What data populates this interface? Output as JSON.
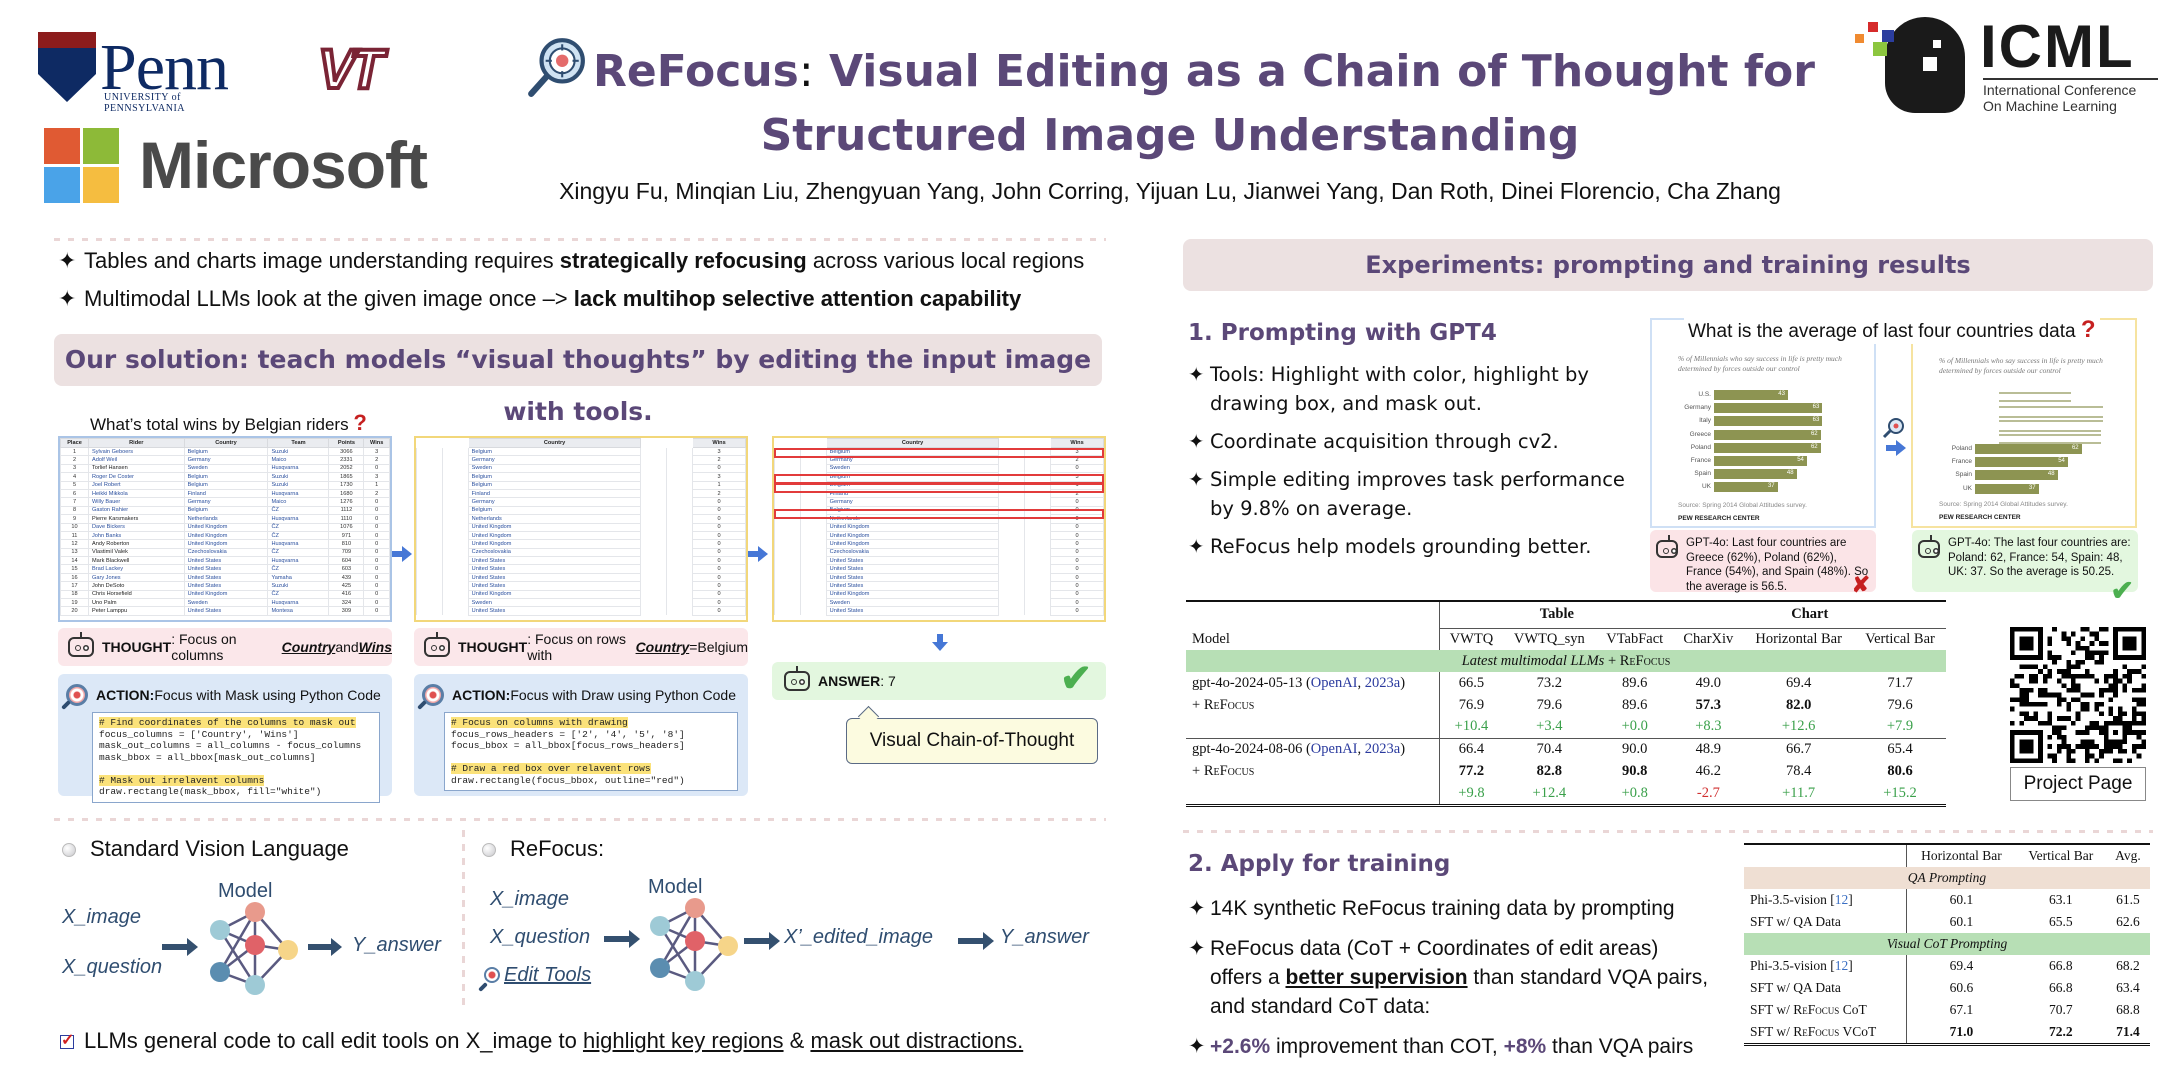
{
  "header": {
    "logos": {
      "penn": {
        "word": "Penn",
        "subtitle": "UNIVERSITY of PENNSYLVANIA"
      },
      "vt": {
        "word": "VT"
      },
      "microsoft": {
        "word": "Microsoft",
        "colors": [
          "#e05a33",
          "#8dba38",
          "#4aa3e8",
          "#f5bd40"
        ]
      },
      "icml": {
        "word": "ICML",
        "line1": "International Conference",
        "line2": "On Machine Learning"
      }
    },
    "title": {
      "name": "ReFocus",
      "sep": ":",
      "rest_line1": " Visual Editing as a Chain of Thought for",
      "line2": "Structured Image Understanding"
    },
    "authors": "Xingyu Fu, Minqian Liu, Zhengyuan Yang, John Corring, Yijuan Lu,  Jianwei Yang, Dan Roth, Dinei Florencio, Cha Zhang"
  },
  "intro": {
    "bullets": [
      {
        "star": "✦",
        "pre": "Tables and charts image understanding requires ",
        "bold": "strategically refocusing",
        "post": " across various local regions"
      },
      {
        "star": "✦",
        "pre": "Multimodal LLMs look at the given image once –> ",
        "bold": "lack multihop selective attention capability",
        "post": ""
      }
    ],
    "solution": "Our solution: teach models “visual thoughts” by editing the input image with tools."
  },
  "example": {
    "question": "What’s total wins by Belgian riders",
    "question_mark": "?",
    "table": {
      "headers": [
        "Place",
        "Rider",
        "Country",
        "Team",
        "Points",
        "Wins"
      ],
      "rows": [
        [
          "1",
          "Sylvain Geboers",
          "Belgium",
          "Suzuki",
          "3066",
          "3"
        ],
        [
          "2",
          "Adolf Weil",
          "Germany",
          "Maico",
          "2331",
          "2"
        ],
        [
          "3",
          "Torlief Hansen",
          "Sweden",
          "Husqvarna",
          "2052",
          "0"
        ],
        [
          "4",
          "Roger De Coster",
          "Belgium",
          "Suzuki",
          "1865",
          "3"
        ],
        [
          "5",
          "Joel Robert",
          "Belgium",
          "Suzuki",
          "1730",
          "1"
        ],
        [
          "6",
          "Heikki Mikkola",
          "Finland",
          "Husqvarna",
          "1680",
          "2"
        ],
        [
          "7",
          "Willy Bauer",
          "Germany",
          "Maico",
          "1276",
          "0"
        ],
        [
          "8",
          "Gaston Rahier",
          "Belgium",
          "ČZ",
          "1112",
          "0"
        ],
        [
          "9",
          "Pierre Karsmakers",
          "Netherlands",
          "Husqvarna",
          "1110",
          "0"
        ],
        [
          "10",
          "Dave Bickers",
          "United Kingdom",
          "ČZ",
          "1076",
          "0"
        ],
        [
          "11",
          "John Banks",
          "United Kingdom",
          "ČZ",
          "971",
          "0"
        ],
        [
          "12",
          "Andy Roberton",
          "United Kingdom",
          "Husqvarna",
          "810",
          "0"
        ],
        [
          "13",
          "Vlastimil Valek",
          "Czechoslovakia",
          "ČZ",
          "709",
          "0"
        ],
        [
          "14",
          "Mark Blackwell",
          "United States",
          "Husqvarna",
          "604",
          "0"
        ],
        [
          "15",
          "Brad Lackey",
          "United States",
          "ČZ",
          "603",
          "0"
        ],
        [
          "16",
          "Gary Jones",
          "United States",
          "Yamaha",
          "439",
          "0"
        ],
        [
          "17",
          "John DeSoto",
          "United States",
          "Suzuki",
          "425",
          "0"
        ],
        [
          "18",
          "Chris Horsefield",
          "United Kingdom",
          "ČZ",
          "416",
          "0"
        ],
        [
          "19",
          "Uno Palm",
          "Sweden",
          "Husqvarna",
          "324",
          "0"
        ],
        [
          "20",
          "Peter Lamppu",
          "United States",
          "Montesa",
          "309",
          "0"
        ]
      ]
    },
    "step1": {
      "thought_label": "THOUGHT",
      "thought_pre": ": Focus on columns ",
      "thought_k1": "Country",
      "thought_mid": " and ",
      "thought_k2": "Wins",
      "action_label": "ACTION:",
      "action_text": " Focus with Mask using Python Code",
      "code": [
        {
          "text": "# Find coordinates of the columns to mask out",
          "hl": true
        },
        {
          "text": "focus_columns = ['Country', 'Wins']",
          "hl": false
        },
        {
          "text": "mask_out_columns = all_columns - focus_columns",
          "hl": false
        },
        {
          "text": "mask_bbox = all_bbox[mask_out_columns]",
          "hl": false
        },
        {
          "text": "",
          "hl": false
        },
        {
          "text": "# Mask out irrelavent columns",
          "hl": true
        },
        {
          "text": "draw.rectangle(mask_bbox, fill=\"white\")",
          "hl": false
        }
      ]
    },
    "step2": {
      "thought_label": "THOUGHT",
      "thought_pre": ": Focus on rows with ",
      "thought_k1": "Country",
      "thought_post": "=Belgium",
      "action_label": "ACTION:",
      "action_text": " Focus with Draw using Python Code",
      "code": [
        {
          "text": "# Focus on columns with drawing",
          "hl": true
        },
        {
          "text": "focus_rows_headers = ['2', '4', '5', '8']",
          "hl": false
        },
        {
          "text": "focus_bbox = all_bbox[focus_rows_headers]",
          "hl": false
        },
        {
          "text": "",
          "hl": false
        },
        {
          "text": "# Draw a red box over relavent rows",
          "hl": true
        },
        {
          "text": "draw.rectangle(focus_bbox, outline=\"red\")",
          "hl": false
        }
      ]
    },
    "answer": {
      "label": "ANSWER",
      "value": ": 7",
      "check": "✔"
    },
    "callout": "Visual Chain-of-Thought"
  },
  "diagram": {
    "standard": {
      "title": "Standard Vision Language",
      "x_image": "X_image",
      "x_question": "X_question",
      "model": "Model",
      "y": "Y_answer"
    },
    "refocus": {
      "title": "ReFocus:",
      "x_image": "X_image",
      "x_question": "X_question",
      "tools": "Edit Tools",
      "model": "Model",
      "edited": "X’_edited_image",
      "y": "Y_answer"
    },
    "node_colors": [
      "#e89a8c",
      "#9ecad6",
      "#e06268",
      "#f6d589",
      "#5b8db0",
      "#9ecad6"
    ],
    "note": {
      "pre": "LLMs general code to call edit tools on X_image to ",
      "u1": "highlight key regions",
      "mid": " & ",
      "u2": "mask out distractions."
    }
  },
  "experiments": {
    "header": "Experiments: prompting and training results",
    "prompting": {
      "title": "1. Prompting with GPT4",
      "bullets": [
        {
          "star": "✦",
          "line1": "Tools: Highlight with color, highlight by",
          "line2": "drawing box, and mask out."
        },
        {
          "star": "✦",
          "line1": "Coordinate acquisition through cv2.",
          "line2": ""
        },
        {
          "star": "✦",
          "line1": "Simple editing improves task performance",
          "line2": "by 9.8% on average."
        },
        {
          "star": "✦",
          "line1": "ReFocus help models grounding better.",
          "line2": ""
        }
      ],
      "chart_question": "What is the average of last four countries data",
      "chart_subtitle": "% of Millennials who say success in life is pretty much determined by forces outside our control",
      "chart_source": "Source: Spring 2014 Global Attitudes survey.",
      "chart_org": "PEW RESEARCH CENTER",
      "bars": [
        {
          "label": "U.S.",
          "value": 43
        },
        {
          "label": "Germany",
          "value": 63
        },
        {
          "label": "Italy",
          "value": 63
        },
        {
          "label": "Greece",
          "value": 62
        },
        {
          "label": "Poland",
          "value": 62
        },
        {
          "label": "France",
          "value": 54
        },
        {
          "label": "Spain",
          "value": 48
        },
        {
          "label": "UK",
          "value": 37
        }
      ],
      "wrong_answer": "GPT-4o: Last four countries are Greece (62%), Poland (62%), France (54%), and Spain (48%). So the average is 56.5.",
      "right_answer": "GPT-4o: The last four countries are: Poland: 62, France: 54, Spain: 48, UK: 37. So the average is 50.25.",
      "cross": "✘",
      "check": "✔"
    },
    "table1": {
      "group_headers": [
        "Table",
        "Chart"
      ],
      "columns": [
        "Model",
        "VWTQ",
        "VWTQ_syn",
        "VTabFact",
        "CharXiv",
        "Horizontal Bar",
        "Vertical Bar"
      ],
      "band_pre": "Latest multimodal LLMs",
      "band_post": " + ReFocus",
      "rows": [
        {
          "model": "gpt-4o-2024-05-13",
          "cite": "OpenAI",
          "year": "2023a",
          "values": [
            "66.5",
            "73.2",
            "89.6",
            "49.0",
            "69.4",
            "71.7"
          ]
        },
        {
          "model": "+ ReFocus",
          "values": [
            "76.9",
            "79.6",
            "89.6",
            "57.3",
            "82.0",
            "79.6"
          ],
          "bold": [
            false,
            false,
            false,
            true,
            true,
            false
          ]
        },
        {
          "model": "",
          "values": [
            "+10.4",
            "+3.4",
            "+0.0",
            "+8.3",
            "+12.6",
            "+7.9"
          ],
          "delta": true
        },
        {
          "model": "gpt-4o-2024-08-06",
          "cite": "OpenAI",
          "year": "2023a",
          "values": [
            "66.4",
            "70.4",
            "90.0",
            "48.9",
            "66.7",
            "65.4"
          ]
        },
        {
          "model": "+ ReFocus",
          "values": [
            "77.2",
            "82.8",
            "90.8",
            "46.2",
            "78.4",
            "80.6"
          ],
          "bold": [
            true,
            true,
            true,
            false,
            false,
            true
          ]
        },
        {
          "model": "",
          "values": [
            "+9.8",
            "+12.4",
            "+0.8",
            "-2.7",
            "+11.7",
            "+15.2"
          ],
          "delta": true
        }
      ]
    },
    "training": {
      "title": "2. Apply for training",
      "bullets": [
        {
          "star": "✦",
          "text": "14K synthetic ReFocus training data by prompting"
        },
        {
          "star": "✦",
          "line1": "ReFocus data (CoT + Coordinates of edit areas)",
          "line2_pre": "offers a ",
          "line2_bold": "better supervision",
          "line2_post": " than standard VQA pairs,",
          "line3": "and standard CoT data:"
        },
        {
          "star": "✦",
          "p1": "+2.6%",
          "t1": " improvement than COT, ",
          "p2": "+8%",
          "t2": " than VQA pairs"
        }
      ]
    },
    "table2": {
      "columns": [
        "",
        "Horizontal Bar",
        "Vertical Bar",
        "Avg."
      ],
      "band1": "QA Prompting",
      "band2": "Visual CoT Prompting",
      "rows1": [
        {
          "model": "Phi-3.5-vision",
          "ref": "12",
          "values": [
            "60.1",
            "63.1",
            "61.5"
          ]
        },
        {
          "model": "SFT w/ QA Data",
          "values": [
            "60.1",
            "65.5",
            "62.6"
          ]
        }
      ],
      "rows2": [
        {
          "model": "Phi-3.5-vision",
          "ref": "12",
          "values": [
            "69.4",
            "66.8",
            "68.2"
          ]
        },
        {
          "model": "SFT w/ QA Data",
          "values": [
            "60.6",
            "66.8",
            "63.4"
          ]
        },
        {
          "model": "SFT w/ ReFocus CoT",
          "values": [
            "67.1",
            "70.7",
            "68.8"
          ]
        },
        {
          "model": "SFT w/ ReFocus VCoT",
          "values": [
            "71.0",
            "72.2",
            "71.4"
          ],
          "bold": true
        }
      ]
    },
    "qr": {
      "label": "Project Page"
    }
  },
  "colors": {
    "accent_purple": "#5b4878",
    "header_band": "#ece1e1",
    "thought_bg": "#fbe7ea",
    "action_bg": "#dce8f7",
    "answer_bg": "#e3f7df",
    "delta_green": "#3aa04a",
    "delta_red": "#d03030",
    "bar_olive": "#8d9452"
  }
}
